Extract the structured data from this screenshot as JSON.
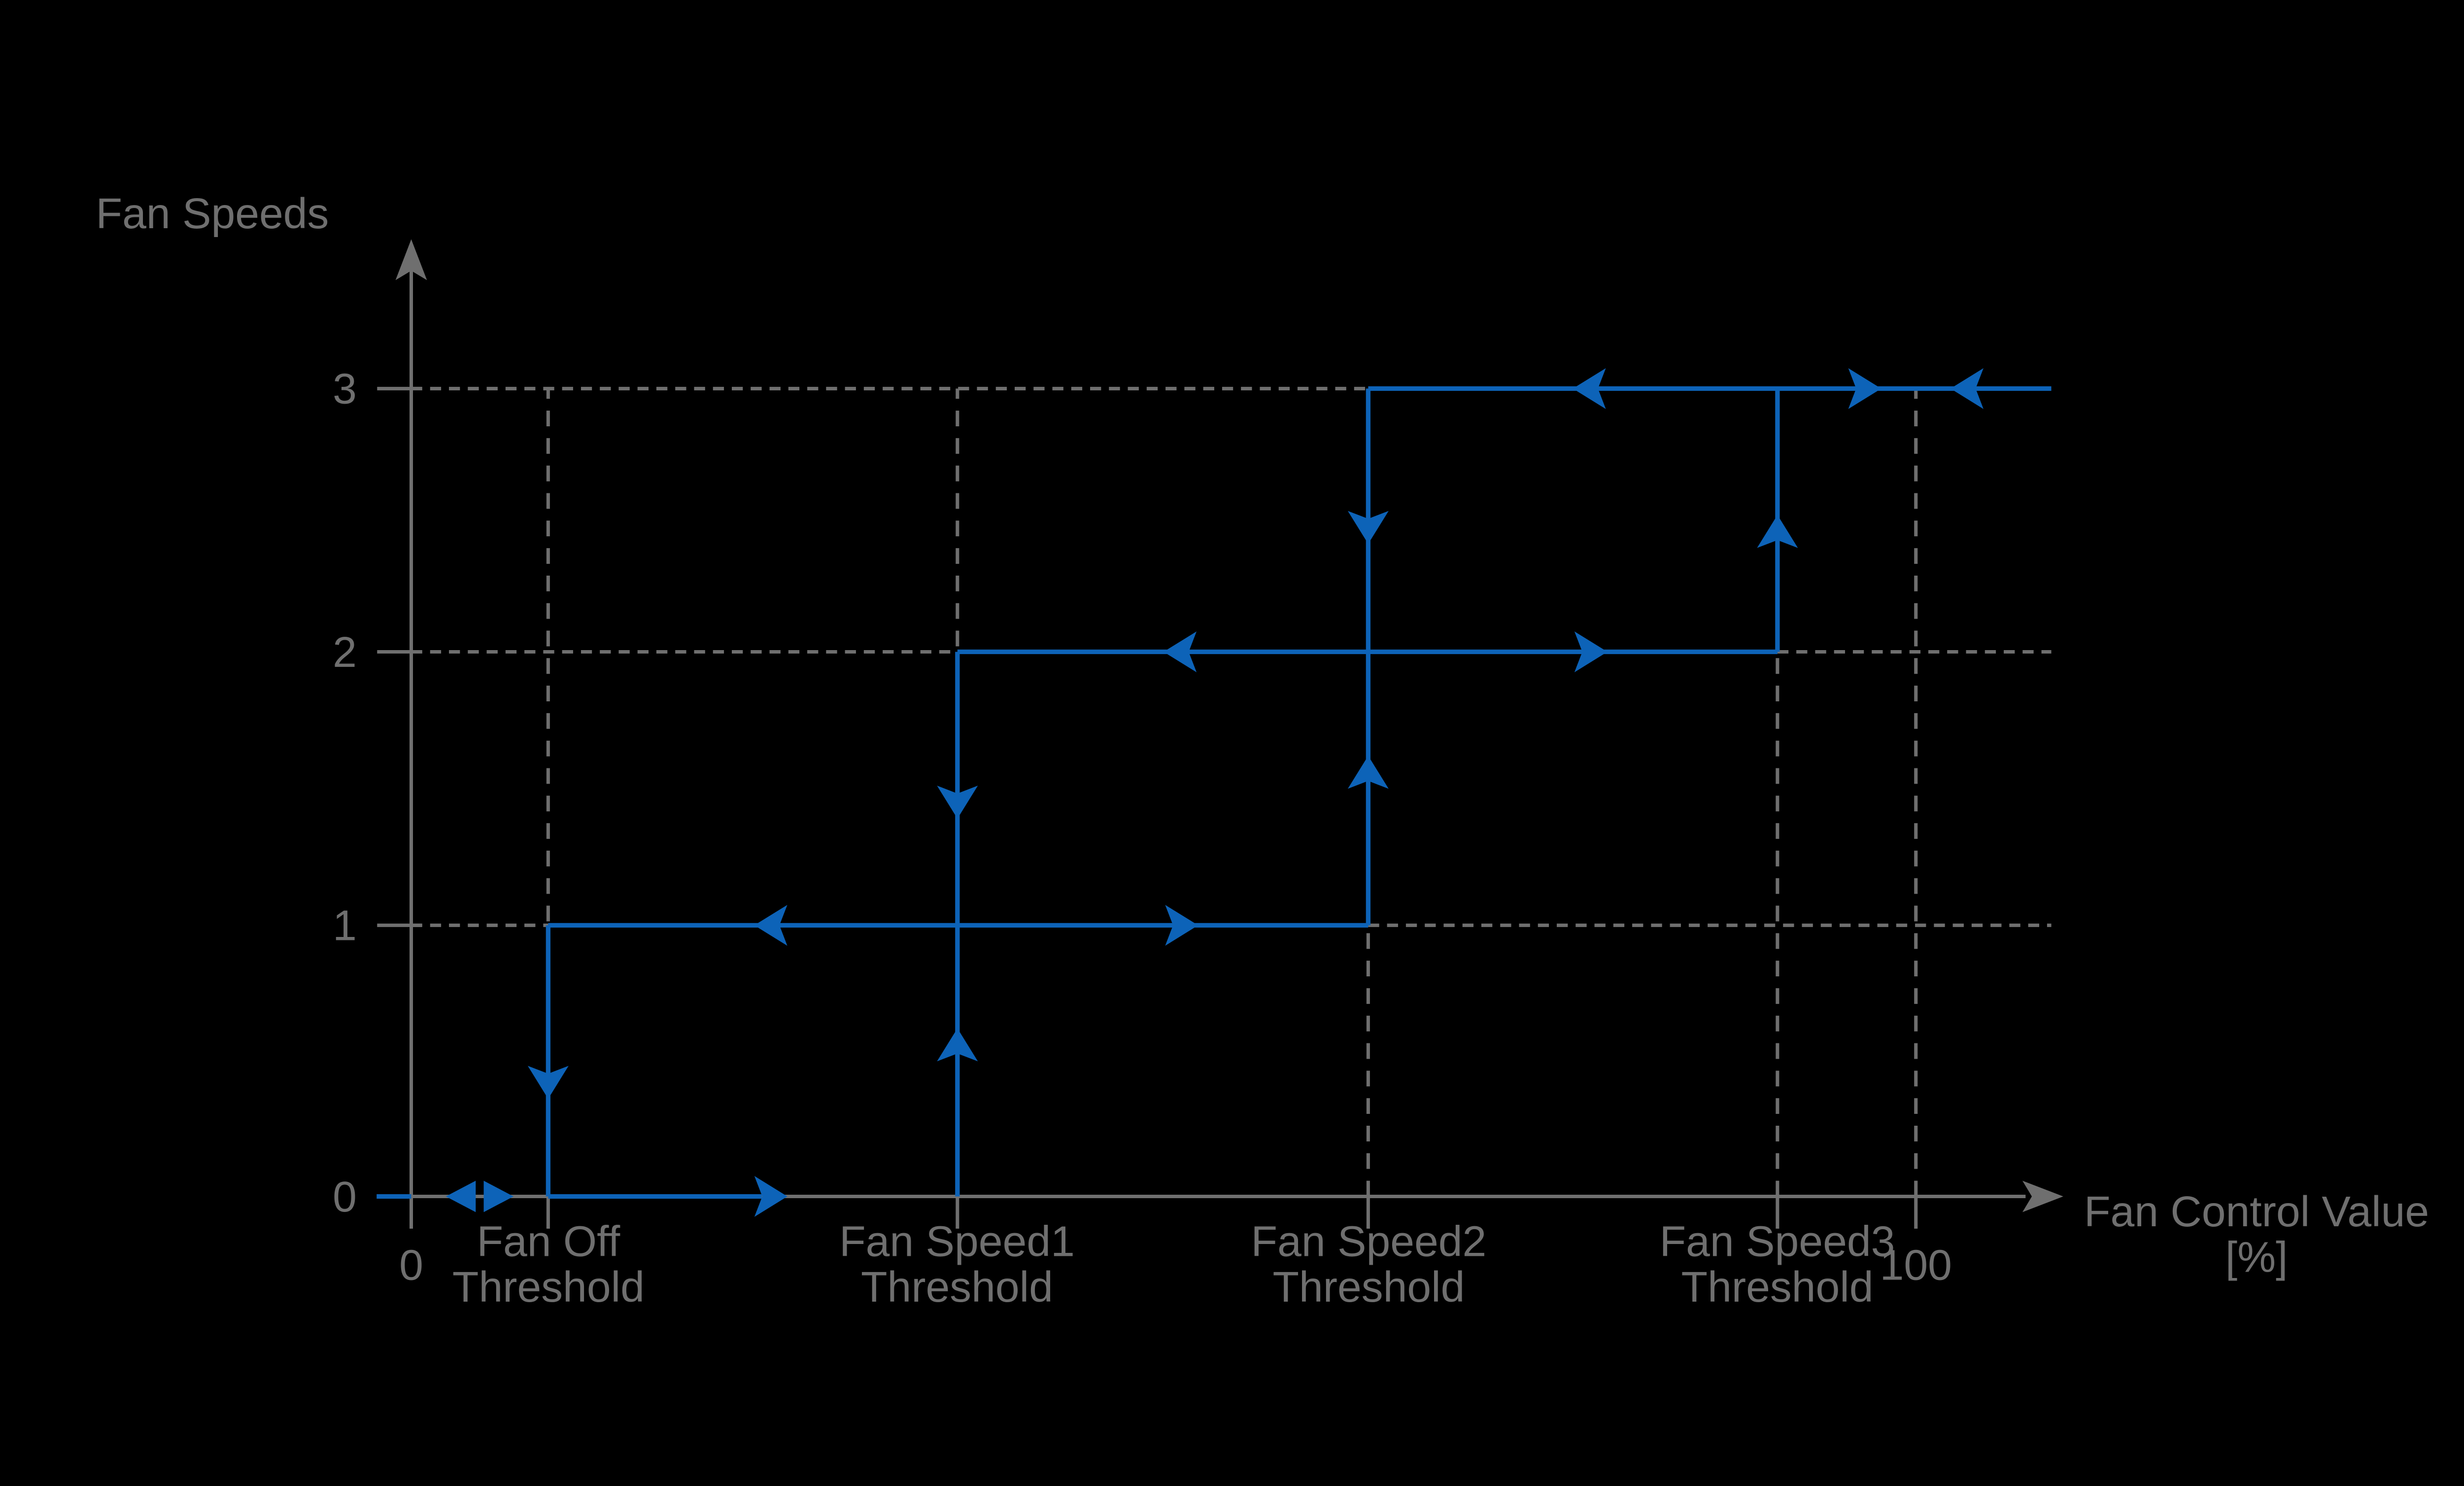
{
  "chart_data": {
    "type": "line",
    "subtype": "hysteresis-step-diagram",
    "title": "",
    "ylabel": "Fan Speeds",
    "xlabel": [
      "Fan Control Value",
      "[%]"
    ],
    "colors": {
      "background": "#000000",
      "curve": "#0D63B8",
      "axis": "#6F6F6F",
      "grid": "#6F6F6F",
      "text": "#6F6F6F"
    },
    "y_axis": {
      "label": "Fan Speeds",
      "tick_labels": [
        "3",
        "2",
        "1",
        "0"
      ],
      "tick_values": [
        3,
        2,
        1,
        0
      ]
    },
    "x_axis": {
      "range_pct": [
        0,
        100
      ],
      "ticks": [
        {
          "value": 0,
          "label": "0"
        },
        {
          "value": 100,
          "label": "100"
        }
      ]
    },
    "thresholds": [
      {
        "id": "fan-off-threshold",
        "pct": 9.1,
        "label": [
          "Fan Off",
          "Threshold"
        ]
      },
      {
        "id": "fan-speed1-threshold",
        "pct": 36.3,
        "label": [
          "Fan Speed1",
          "Threshold"
        ]
      },
      {
        "id": "fan-speed2-threshold",
        "pct": 63.6,
        "label": [
          "Fan Speed2",
          "Threshold"
        ]
      },
      {
        "id": "fan-speed3-threshold",
        "pct": 90.8,
        "label": [
          "Fan Speed3",
          "Threshold"
        ]
      }
    ],
    "transitions": {
      "rising": [
        {
          "at": "Fan Speed1 Threshold",
          "from_speed": 0,
          "to_speed": 1
        },
        {
          "at": "Fan Speed2 Threshold",
          "from_speed": 1,
          "to_speed": 2
        },
        {
          "at": "Fan Speed3 Threshold",
          "from_speed": 2,
          "to_speed": 3
        }
      ],
      "falling": [
        {
          "at": "Fan Speed2 Threshold",
          "from_speed": 3,
          "to_speed": 2
        },
        {
          "at": "Fan Speed1 Threshold",
          "from_speed": 2,
          "to_speed": 1
        },
        {
          "at": "Fan Off Threshold",
          "from_speed": 1,
          "to_speed": 0
        }
      ]
    },
    "grid": {
      "v_dashed_pct": [
        9.1,
        36.3,
        63.6,
        90.8,
        100
      ],
      "h_dashed": [
        {
          "speed": 1,
          "from_pct": 0,
          "to_pct": 9.1
        },
        {
          "speed": 1,
          "from_pct": 63.6,
          "to_pct": 109
        },
        {
          "speed": 2,
          "from_pct": 0,
          "to_pct": 36.3
        },
        {
          "speed": 2,
          "from_pct": 90.8,
          "to_pct": 109
        },
        {
          "speed": 3,
          "from_pct": 0,
          "to_pct": 63.6
        }
      ]
    },
    "edges": [
      {
        "kind": "h",
        "speed": 0,
        "from_pct": -2.3,
        "to_pct": 0,
        "arrows": []
      },
      {
        "kind": "h",
        "speed": 0,
        "from_pct": 9.1,
        "to_pct": 23.3,
        "arrows": [
          {
            "tip_pct": 25.0,
            "dir": "right"
          }
        ]
      },
      {
        "kind": "h",
        "speed": 1,
        "from_pct": 9.1,
        "to_pct": 63.6,
        "arrows": [
          {
            "tip_pct": 22.8,
            "dir": "left"
          },
          {
            "tip_pct": 52.3,
            "dir": "right"
          }
        ]
      },
      {
        "kind": "h",
        "speed": 2,
        "from_pct": 36.3,
        "to_pct": 90.8,
        "arrows": [
          {
            "tip_pct": 50.0,
            "dir": "left"
          },
          {
            "tip_pct": 79.5,
            "dir": "right"
          }
        ]
      },
      {
        "kind": "h",
        "speed": 3,
        "from_pct": 63.6,
        "to_pct": 109,
        "arrows": [
          {
            "tip_pct": 77.2,
            "dir": "left"
          },
          {
            "tip_pct": 97.7,
            "dir": "right"
          },
          {
            "tip_pct": 102.3,
            "dir": "left"
          }
        ]
      },
      {
        "kind": "v",
        "pct": 9.1,
        "from_speed": 1,
        "to_speed": 0,
        "arrows": [
          {
            "tip_speed": 0.36,
            "dir": "down"
          }
        ]
      },
      {
        "kind": "v",
        "pct": 36.3,
        "from_speed": 2,
        "to_speed": 0,
        "arrows": [
          {
            "tip_speed": 1.39,
            "dir": "down"
          },
          {
            "tip_speed": 0.62,
            "dir": "up"
          }
        ]
      },
      {
        "kind": "v",
        "pct": 63.6,
        "from_speed": 3,
        "to_speed": 1,
        "arrows": [
          {
            "tip_speed": 2.41,
            "dir": "down"
          },
          {
            "tip_speed": 1.62,
            "dir": "up"
          }
        ]
      },
      {
        "kind": "v",
        "pct": 90.8,
        "from_speed": 3,
        "to_speed": 2,
        "arrows": [
          {
            "tip_speed": 2.52,
            "dir": "up"
          }
        ]
      }
    ],
    "bidirectional_marker": {
      "speed": 0,
      "left_tip_pct": 2.3,
      "right_tip_pct": 6.8
    }
  }
}
